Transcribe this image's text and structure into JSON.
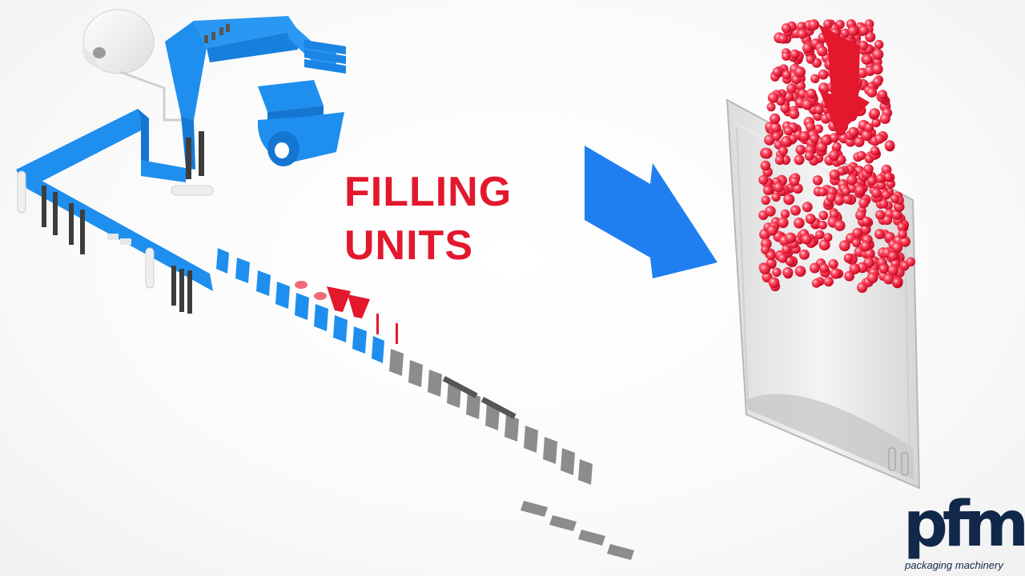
{
  "headline": {
    "line1": "FILLING",
    "line2": "UNITS"
  },
  "logo": {
    "mark": "pfm",
    "registered": "®",
    "tagline": "packaging machinery"
  },
  "colors": {
    "film_blue": "#1e8fee",
    "arrow_blue": "#1f7ff0",
    "highlight_red": "#e3182d",
    "pouch_gray": "#8c8c8c",
    "logo_navy": "#12284a",
    "roll_white": "#f3f3f3"
  },
  "icons": {
    "film_roll": "film-roll-icon",
    "process_arrow": "right-arrow-icon",
    "fill_arrow": "down-arrow-icon"
  }
}
